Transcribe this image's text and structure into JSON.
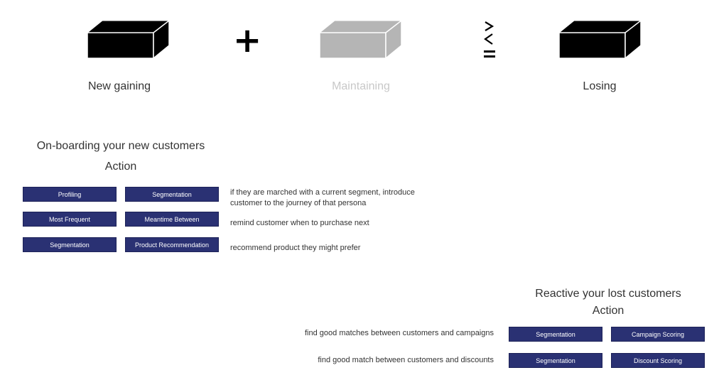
{
  "top_row": {
    "items": [
      {
        "label": "New gaining",
        "color": "#000000"
      },
      {
        "label": "Maintaining",
        "color": "#b5b5b5"
      },
      {
        "label": "Losing",
        "color": "#000000"
      }
    ],
    "operators": {
      "plus": "+",
      "compare_greater": ">",
      "compare_less": "<",
      "compare_equal": "="
    }
  },
  "onboarding": {
    "title": "On-boarding your new customers",
    "action_label": "Action",
    "rows": [
      {
        "chips": [
          "Profiling",
          "Segmentation"
        ],
        "description_line1": "if they are marched with a current segment, introduce",
        "description_line2": "customer to the journey of that persona"
      },
      {
        "chips": [
          "Most Frequent",
          "Meantime Between"
        ],
        "description_line1": "remind customer when to purchase next",
        "description_line2": ""
      },
      {
        "chips": [
          "Segmentation",
          "Product Recommendation"
        ],
        "description_line1": "recommend product they might prefer",
        "description_line2": ""
      }
    ]
  },
  "reactive": {
    "title": "Reactive your lost customers",
    "action_label": "Action",
    "rows": [
      {
        "description": "find good matches between customers and campaigns",
        "chips": [
          "Segmentation",
          "Campaign Scoring"
        ]
      },
      {
        "description": "find good match between customers and discounts",
        "chips": [
          "Segmentation",
          "Discount Scoring"
        ]
      }
    ]
  },
  "colors": {
    "chip_bg": "#2a3173",
    "muted_text": "#c8c8c8"
  }
}
